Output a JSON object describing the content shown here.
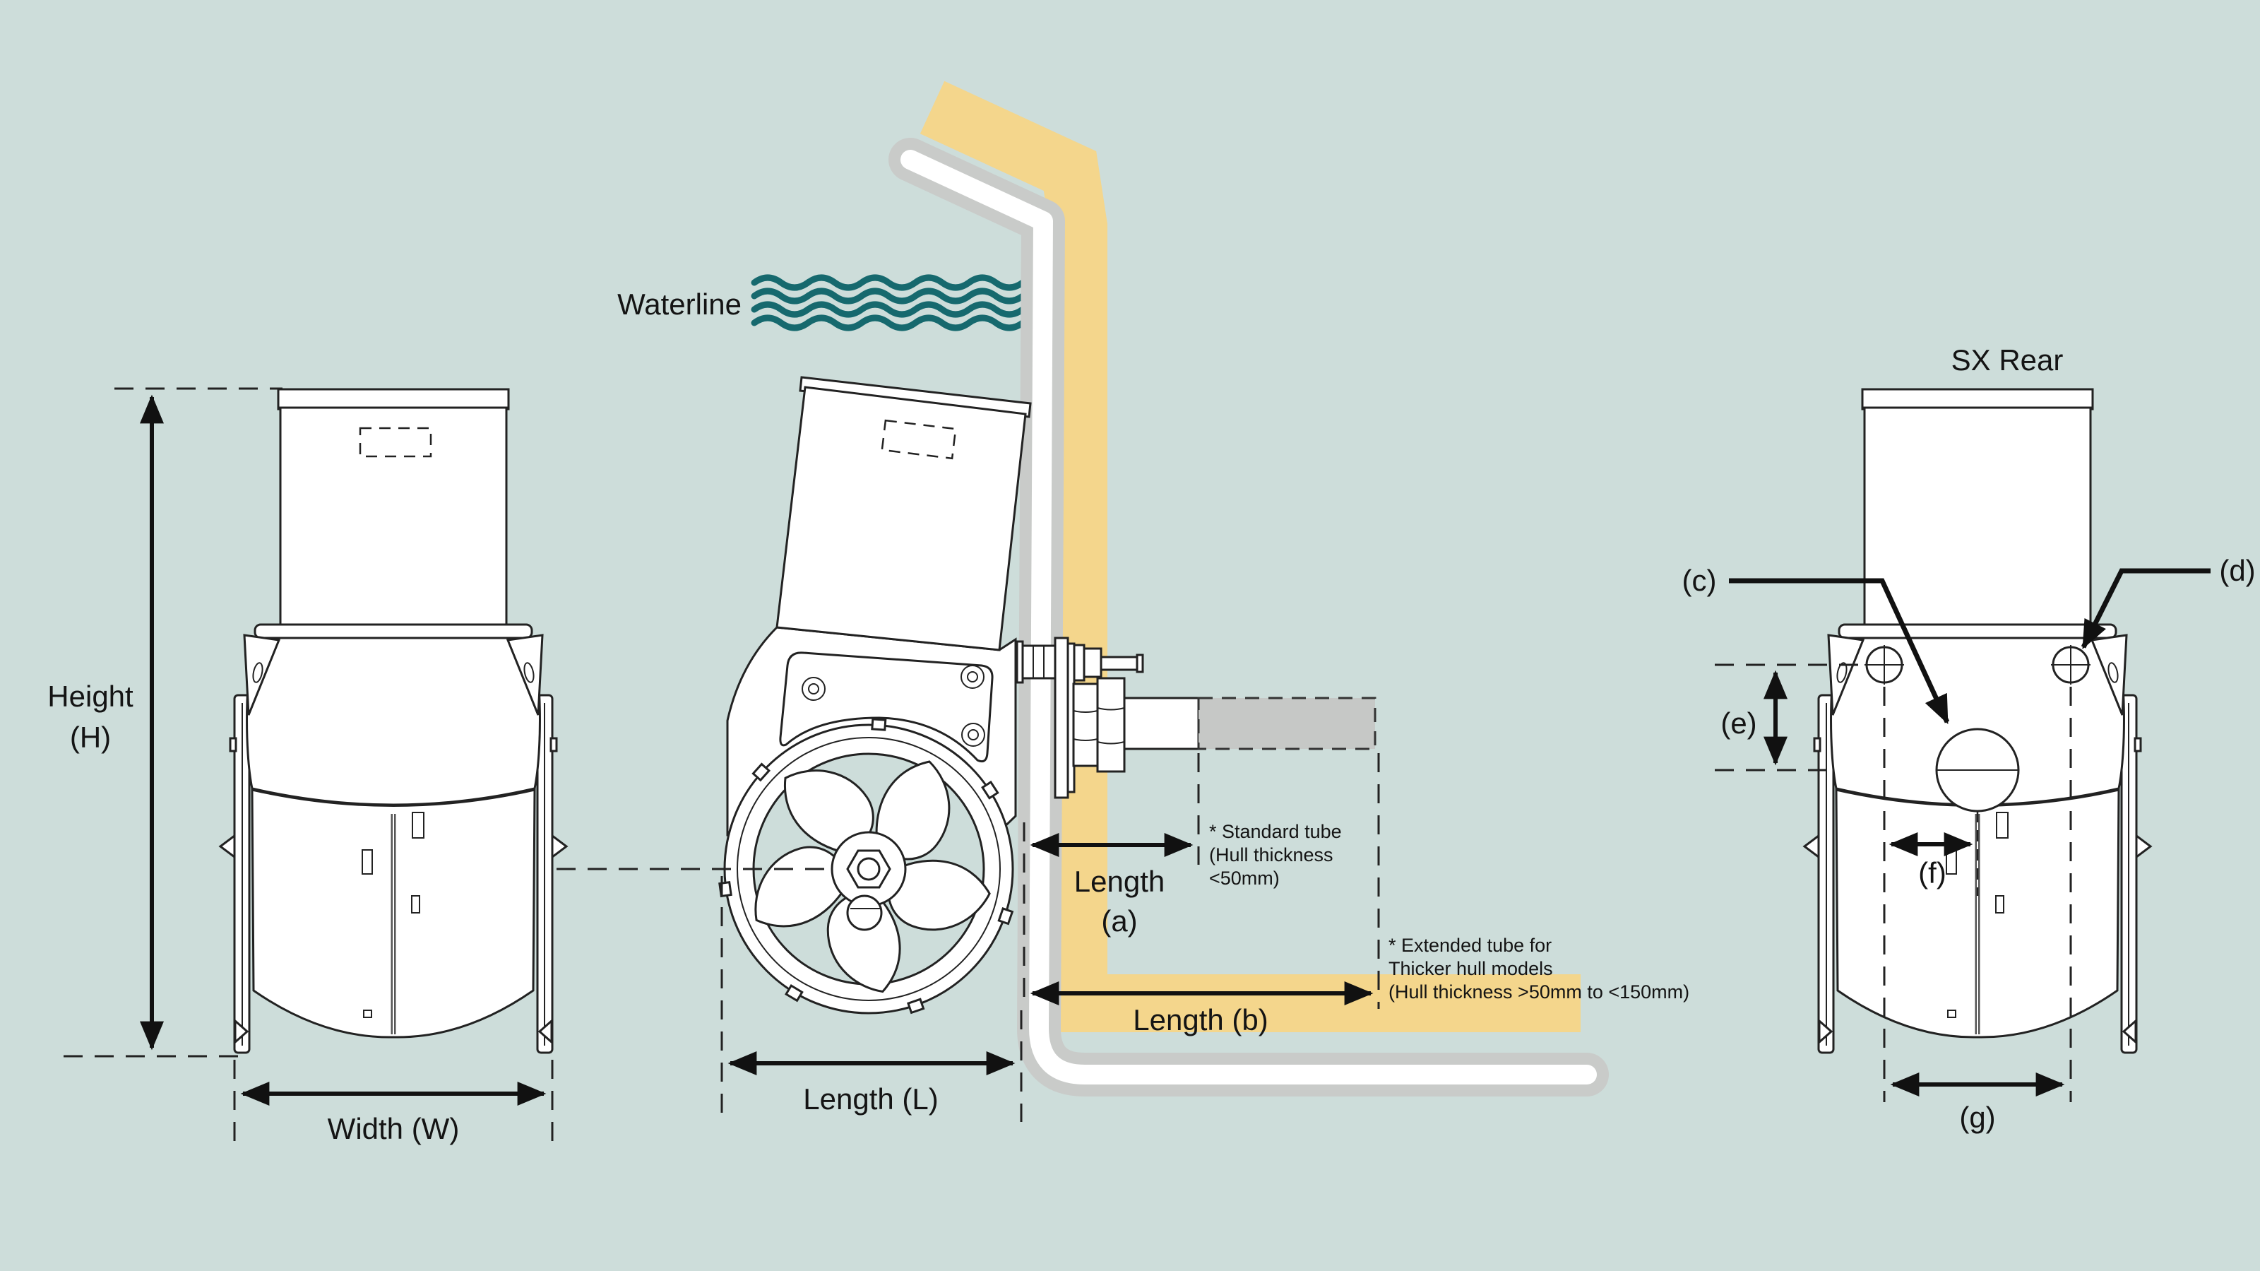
{
  "colors": {
    "background": "#cdddda",
    "hull_highlight_yellow": "#f4d68c",
    "hull_outline_gray": "#c9cbc9",
    "tube_gray": "#c6c8c6",
    "wave_teal": "#16696e",
    "ink": "#141414"
  },
  "waterline": {
    "label": "Waterline"
  },
  "front_view": {
    "height_label": [
      "Height",
      "(H)"
    ],
    "width_label": "Width (W)"
  },
  "side_view": {
    "length_label": "Length (L)",
    "length_a_label": [
      "Length",
      "(a)"
    ],
    "length_b_label": "Length (b)",
    "standard_tube_note": [
      "* Standard tube",
      "(Hull thickness",
      "<50mm)"
    ],
    "extended_tube_note": [
      "* Extended tube for",
      "Thicker hull models",
      "(Hull thickness >50mm to <150mm)"
    ]
  },
  "rear_view": {
    "title": "SX Rear",
    "callout_c": "(c)",
    "callout_d": "(d)",
    "dim_e": "(e)",
    "dim_f": "(f)",
    "dim_g": "(g)"
  }
}
